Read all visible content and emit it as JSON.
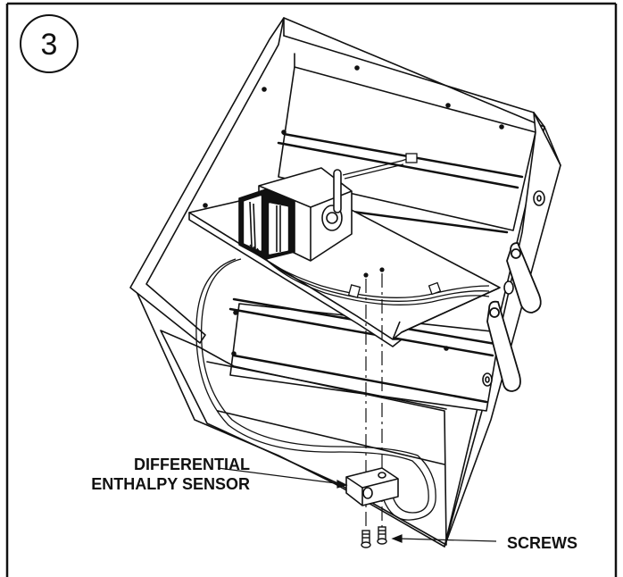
{
  "step": "3",
  "labels": {
    "sensor_line1": "DIFFERENTIAL",
    "sensor_line2": "ENTHALPY SENSOR",
    "screws": "SCREWS"
  }
}
